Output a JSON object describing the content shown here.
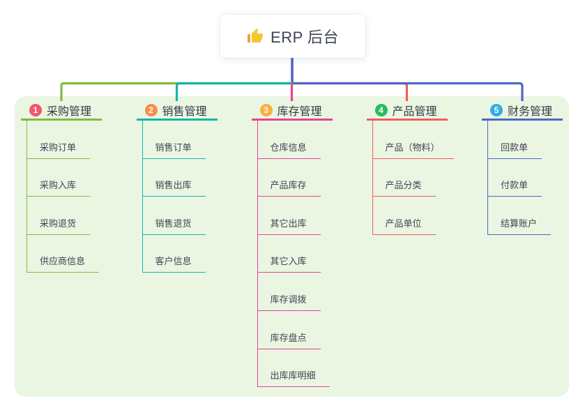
{
  "root": {
    "title": "ERP 后台",
    "icon": "thumbs-up-icon"
  },
  "branches": [
    {
      "index": "1",
      "title": "采购管理",
      "badge_color": "#F1566F",
      "line_color": "#7EBB40",
      "items": [
        "采购订单",
        "采购入库",
        "采购退货",
        "供应商信息"
      ]
    },
    {
      "index": "2",
      "title": "销售管理",
      "badge_color": "#F98D4D",
      "line_color": "#15B7A8",
      "items": [
        "销售订单",
        "销售出库",
        "销售退货",
        "客户信息"
      ]
    },
    {
      "index": "3",
      "title": "库存管理",
      "badge_color": "#FBB03D",
      "line_color": "#E74397",
      "items": [
        "仓库信息",
        "产品库存",
        "其它出库",
        "其它入库",
        "库存调拨",
        "库存盘点",
        "出库库明细"
      ]
    },
    {
      "index": "4",
      "title": "产品管理",
      "badge_color": "#29BD5B",
      "line_color": "#F25C5C",
      "items": [
        "产品（物料）",
        "产品分类",
        "产品单位"
      ]
    },
    {
      "index": "5",
      "title": "财务管理",
      "badge_color": "#33ADE8",
      "line_color": "#4A68C8",
      "items": [
        "回款单",
        "付款单",
        "结算账户"
      ]
    }
  ],
  "colors": {
    "panel_bg": "#EAF6E2",
    "root_line": "#5462C8",
    "root_text": "#3D4356",
    "thumb_yellow": "#F8C430",
    "thumb_dark": "#E8A33B"
  }
}
